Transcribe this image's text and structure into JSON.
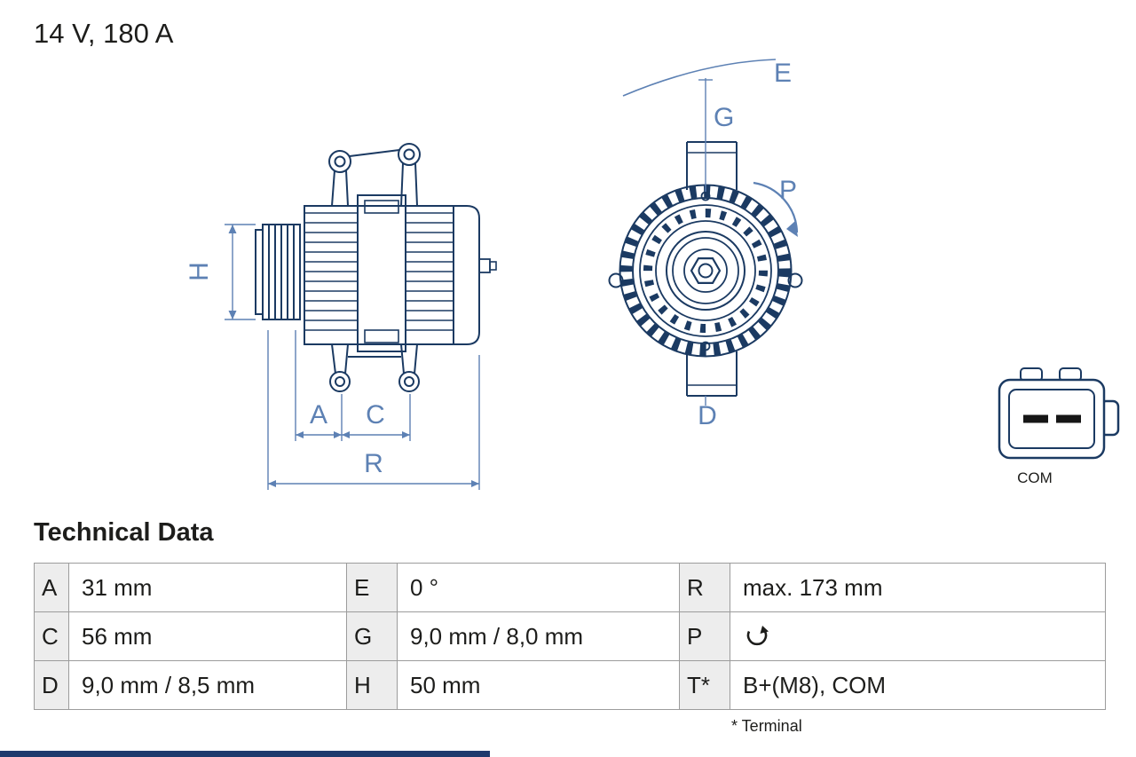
{
  "product": {
    "rating": "14 V, 180 A"
  },
  "diagram": {
    "labels": {
      "H": "H",
      "A": "A",
      "C": "C",
      "R": "R",
      "E": "E",
      "G": "G",
      "P": "P",
      "D": "D"
    },
    "connector_label": "COM",
    "colors": {
      "line": "#1b3a62",
      "dimension": "#5d81b4",
      "accent_bar": "#1e3a6d"
    }
  },
  "table": {
    "title": "Technical Data",
    "rows": [
      [
        {
          "key": "A",
          "value": "31 mm"
        },
        {
          "key": "E",
          "value": "0 °"
        },
        {
          "key": "R",
          "value": "max. 173 mm"
        }
      ],
      [
        {
          "key": "C",
          "value": "56 mm"
        },
        {
          "key": "G",
          "value": "9,0 mm / 8,0 mm"
        },
        {
          "key": "P",
          "value": "",
          "icon": "rotation-direction"
        }
      ],
      [
        {
          "key": "D",
          "value": "9,0 mm / 8,5 mm"
        },
        {
          "key": "H",
          "value": "50 mm"
        },
        {
          "key": "T*",
          "value": "B+(M8), COM"
        }
      ]
    ],
    "footnote": "* Terminal"
  }
}
